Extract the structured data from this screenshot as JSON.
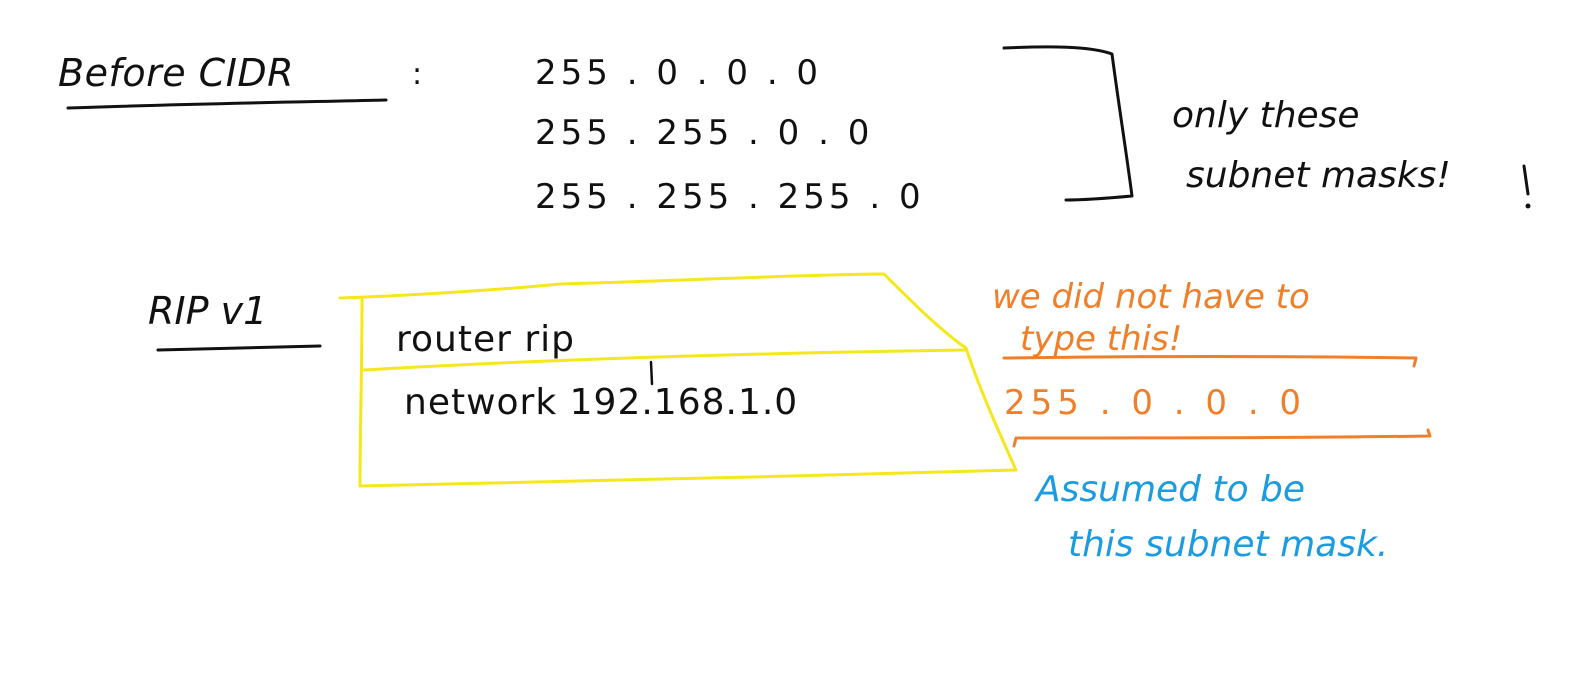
{
  "before_cidr": {
    "heading": "Before CIDR",
    "colon": ":",
    "masks": [
      "255 . 0 . 0 . 0",
      "255 . 255 . 0 . 0",
      "255 . 255 . 255 . 0"
    ],
    "note_line_1": "only these",
    "note_line_2": "subnet masks!"
  },
  "rip_v1": {
    "heading": "RIP v1",
    "commands": [
      "router rip",
      "network 192.168.1.0"
    ]
  },
  "annotations": {
    "typed_line_1": "we did not have to",
    "typed_line_2": "type this!",
    "assumed_mask": "255 . 0 . 0 . 0",
    "assumed_line_1": "Assumed to be",
    "assumed_line_2": "this subnet mask."
  },
  "colors": {
    "ink": "#111111",
    "highlight_box": "#f4e81c",
    "annotation_orange": "#f07f2a",
    "annotation_blue": "#1b9be0"
  }
}
